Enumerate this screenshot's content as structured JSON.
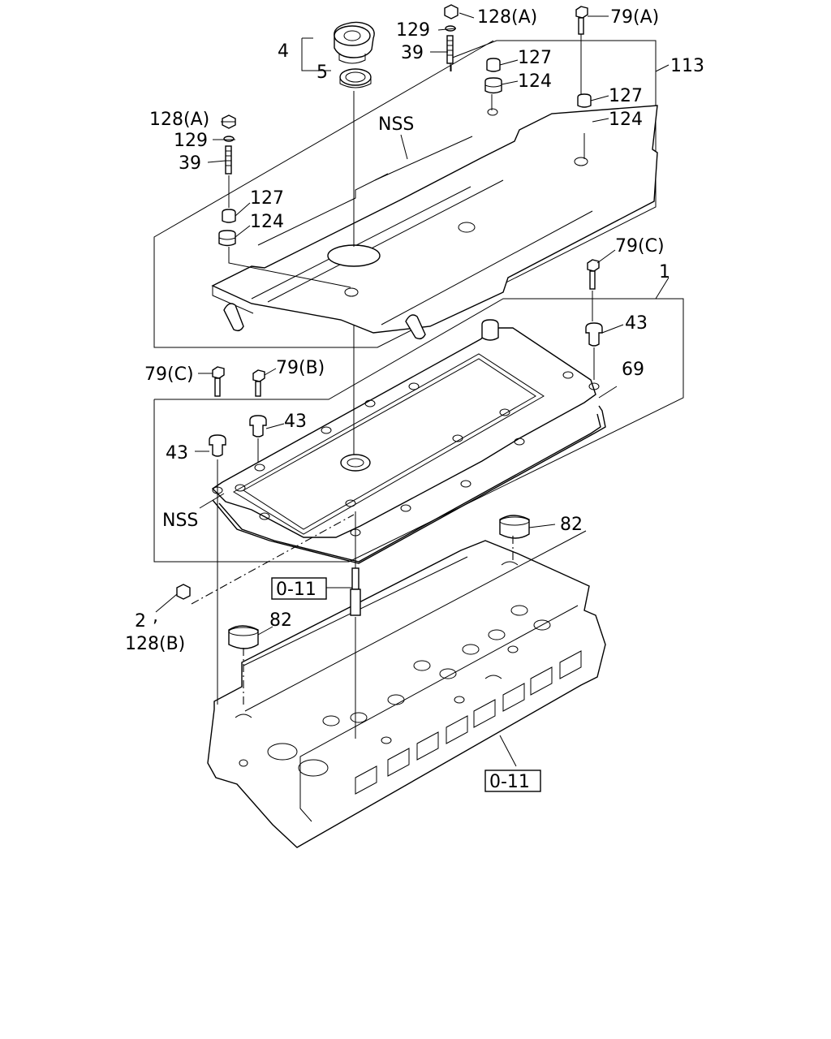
{
  "callouts": {
    "p128a_top": "128(A)",
    "p129_top": "129",
    "p39_top": "39",
    "p79a": "79(A)",
    "p113": "113",
    "p127_top_mid": "127",
    "p124_top_mid": "124",
    "p127_top_right": "127",
    "p124_top_right": "124",
    "p4": "4",
    "p5": "5",
    "p128a_left": "128(A)",
    "p129_left": "129",
    "p39_left": "39",
    "p127_left": "127",
    "p124_left": "124",
    "nss_cover": "NSS",
    "p79c_right": "79(C)",
    "p1": "1",
    "p43_right": "43",
    "p69": "69",
    "p79c_left": "79(C)",
    "p79b": "79(B)",
    "p43_mid": "43",
    "p43_left": "43",
    "nss_gasket": "NSS",
    "p82_right": "82",
    "p82_left": "82",
    "p2": "2",
    "p2_comma": ",",
    "p128b": "128(B)",
    "ref_top": "0-11",
    "ref_bottom": "0-11"
  }
}
